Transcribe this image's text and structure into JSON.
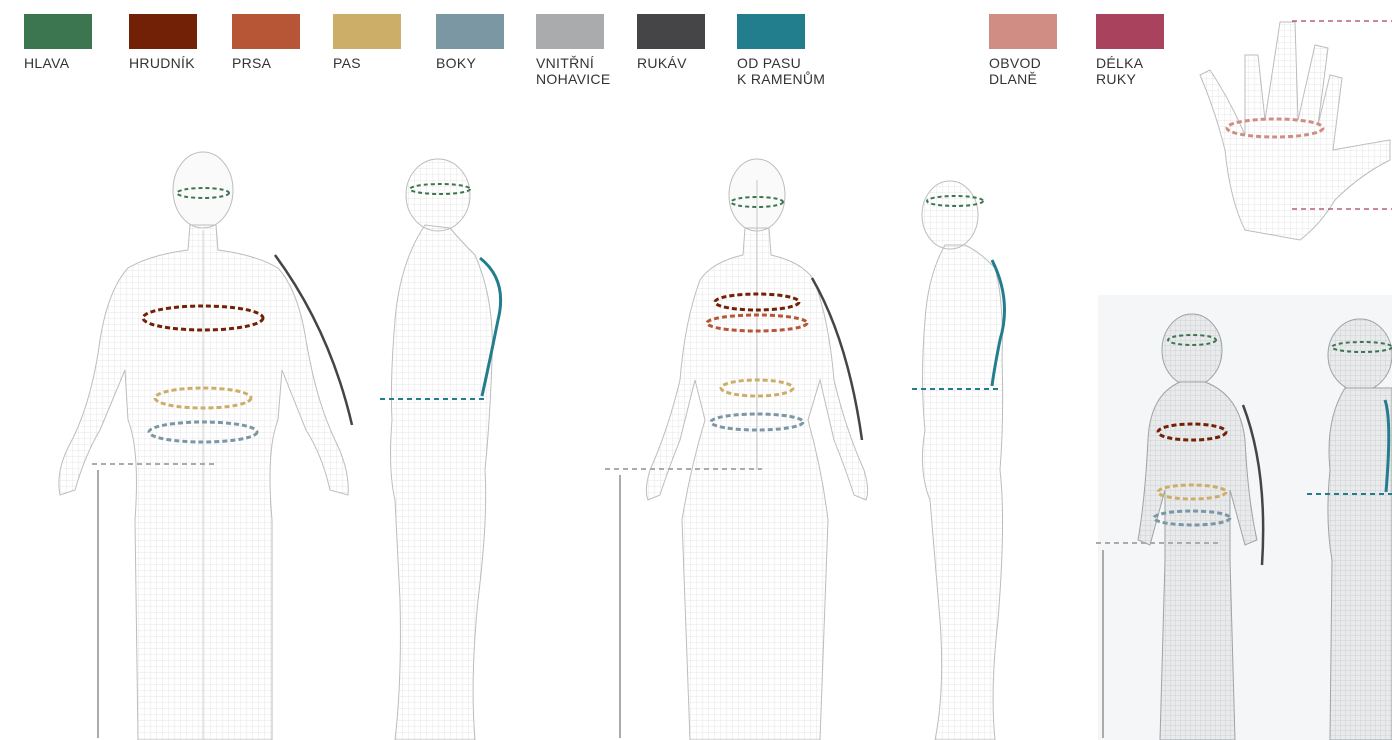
{
  "legend": [
    {
      "key": "hlava",
      "label": "HLAVA",
      "color": "#3c7650"
    },
    {
      "key": "hrudnik",
      "label": "HRUDNÍK",
      "color": "#722006"
    },
    {
      "key": "prsa",
      "label": "PRSA",
      "color": "#b75637"
    },
    {
      "key": "pas",
      "label": "PAS",
      "color": "#cdae68"
    },
    {
      "key": "boky",
      "label": "BOKY",
      "color": "#7b97a4"
    },
    {
      "key": "vnitrni_nohavice",
      "label": "VNITŘNÍ\nNOHAVICE",
      "color": "#a9abac"
    },
    {
      "key": "rukav",
      "label": "RUKÁV",
      "color": "#454547"
    },
    {
      "key": "od_pasu_k_ramenum",
      "label": "OD PASU\nK RAMENŮM",
      "color": "#227e8d"
    },
    {
      "key": "obvod_dlane",
      "label": "OBVOD\nDLANĚ",
      "color": "#cf8d84"
    },
    {
      "key": "delka_ruky",
      "label": "DÉLKA\nRUKY",
      "color": "#a9425c"
    }
  ],
  "figures": [
    "male-front",
    "male-side",
    "female-front",
    "female-side",
    "hand",
    "child-front",
    "child-side"
  ]
}
